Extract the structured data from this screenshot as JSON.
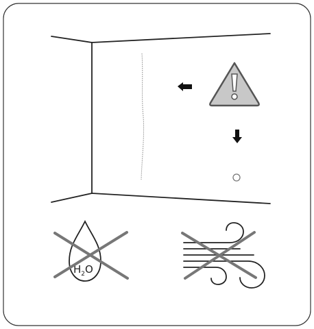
{
  "panel": {
    "type": "instruction-card"
  },
  "wall_scene": {
    "crack_line": "dotted-vertical",
    "warning_icon": {
      "name": "warning-triangle-icon",
      "fill": "#c8c8c8",
      "stroke": "#555555"
    },
    "arrows": [
      {
        "name": "arrow-left-icon",
        "direction": "left"
      },
      {
        "name": "arrow-down-icon",
        "direction": "down"
      }
    ],
    "hole_marker": {
      "name": "hole-circle-icon"
    }
  },
  "prohibitions": [
    {
      "name": "no-water-icon",
      "label_main": "H",
      "label_sub": "2",
      "label_tail": "O"
    },
    {
      "name": "no-wind-icon"
    }
  ],
  "colors": {
    "line": "#222222",
    "cross": "#777777",
    "warning_fill": "#c8c8c8"
  }
}
